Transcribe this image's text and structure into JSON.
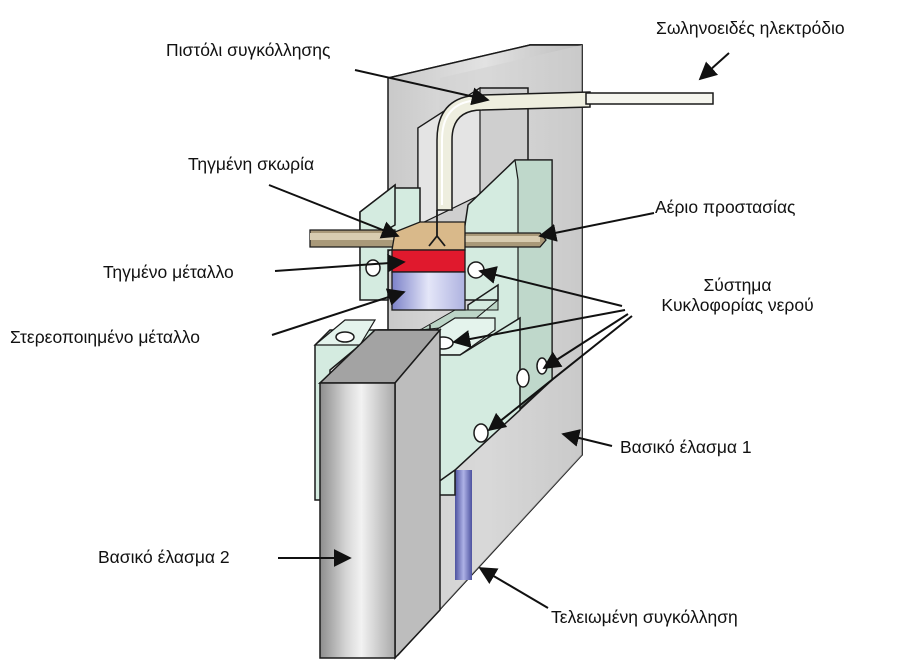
{
  "labels": {
    "electrode": "Σωληνοειδές ηλεκτρόδιο",
    "torch": "Πιστόλι συγκόλλησης",
    "slag": "Τηγμένη σκωρία",
    "shield_gas": "Αέριο προστασίας",
    "molten_metal": "Τηγμένο μέταλλο",
    "water_line1": "Σύστημα",
    "water_line2": "Κυκλοφορίας νερού",
    "solid_metal": "Στερεοποιημένο μέταλλο",
    "plate1": "Βασικό έλασμα 1",
    "plate2": "Βασικό έλασμα 2",
    "finished_weld": "Τελειωμένη συγκόλληση"
  },
  "colors": {
    "plate_front": "#d7d7d7",
    "plate_top": "#9a9a9a",
    "shoe": "#d4ebe0",
    "molten": "#e0192d",
    "slag": "#d9b98a",
    "solid": "#c9ccef",
    "weld_seam": "#6b70b8",
    "outline": "#1a1a1a"
  }
}
